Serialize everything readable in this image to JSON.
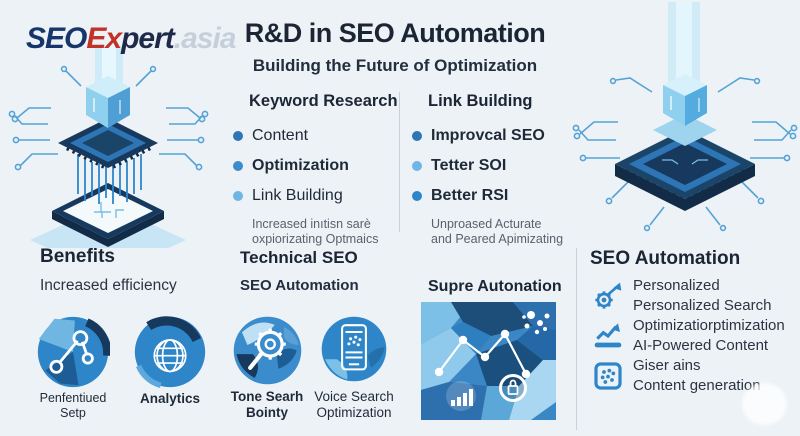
{
  "logo": {
    "seo": "SEO",
    "ex": "Ex",
    "pert": "pert",
    "tld": ".asia"
  },
  "header": {
    "title": "R&D in SEO Automation",
    "subtitle": "Building the Future of Optimization"
  },
  "keyword_research": {
    "title": "Keyword Research",
    "bullets": [
      {
        "label": "Content"
      },
      {
        "label": "Optimization"
      },
      {
        "label": "Link Building"
      }
    ],
    "note_line1": "Increased inıtisn sarè",
    "note_line2": "oxpiorizating Optmaics"
  },
  "link_building": {
    "title": "Link Building",
    "bullets": [
      {
        "label": "Improvcal SEO"
      },
      {
        "label": "Tetter SOI"
      },
      {
        "label": "Better RSI"
      }
    ],
    "note_line1": "Unproased Acturate",
    "note_line2": "and Peared Apimizating"
  },
  "benefits": {
    "title": "Benefits",
    "subtitle": "Increased efficiency"
  },
  "technical": {
    "title": "Technical SEO",
    "subtitle": "SEO Automation"
  },
  "supre": {
    "title": "Supre Autonation"
  },
  "icon_cards": [
    {
      "line1": "Penfentiued",
      "line2": "Setp",
      "icon": "trend-nodes-icon"
    },
    {
      "line1": "Analytics",
      "line2": "",
      "icon": "globe-icon"
    },
    {
      "line1": "Tone Searh",
      "line2": "Bointy",
      "icon": "gear-magnifier-icon"
    },
    {
      "line1": "Voice Search",
      "line2": "Optimization",
      "icon": "smartphone-icon"
    }
  ],
  "seo_automation": {
    "title": "SEO Automation",
    "features": [
      {
        "line1": "Personalized",
        "line2": "Personalized Search",
        "icon": "gear-arrow-icon"
      },
      {
        "line1": "Optimizatiorptimization",
        "line2": "AI-Powered Content",
        "icon": "growth-chart-icon"
      },
      {
        "line1": "Giser ains",
        "line2": "Content generation",
        "icon": "dots-grid-icon"
      }
    ]
  },
  "colors": {
    "accent_blue": "#2e86c9",
    "navy": "#17395e",
    "light_blue": "#7cbde6",
    "brand_red": "#c13328",
    "background": "#edf2f7"
  }
}
